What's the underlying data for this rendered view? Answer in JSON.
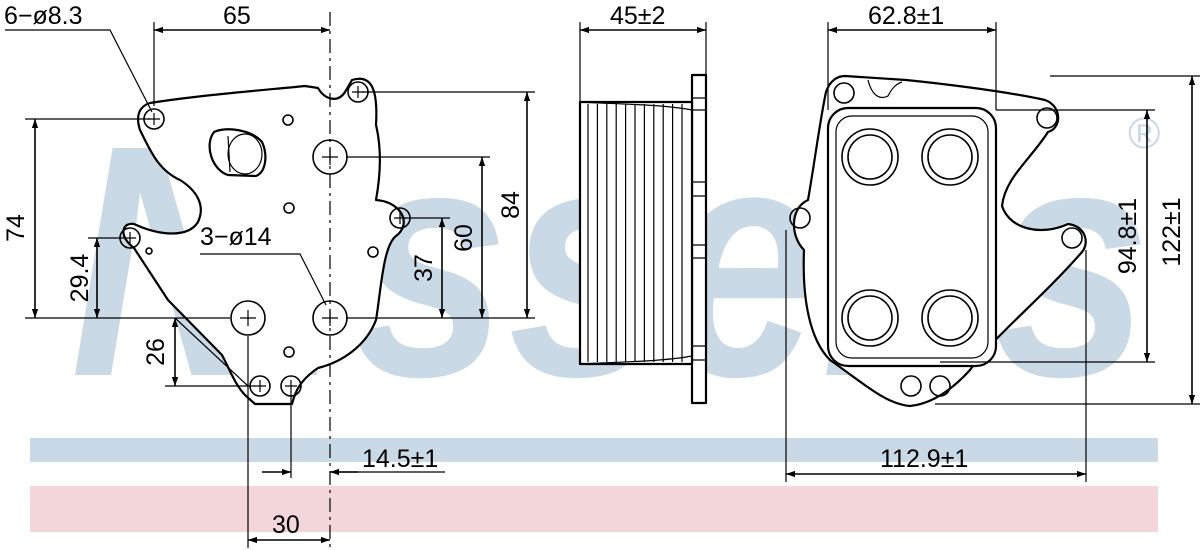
{
  "watermark": {
    "brand": "Nissens",
    "registered_mark": "®",
    "colors": {
      "watermark": "#c9d9e6",
      "blue_band": "#c9d9e6",
      "red_band": "#f3d6da",
      "line": "#000000"
    }
  },
  "front_view": {
    "holes_spec": "6−ø8.3",
    "ports_spec": "3−ø14",
    "dim_top_width": "65",
    "dim_left_height": "74",
    "dim_left_inner": "29.4",
    "dim_lower_left": "26",
    "dim_right_outer": "84",
    "dim_right_mid": "60",
    "dim_right_inner": "37",
    "dim_bottom_offset": "14.5±1",
    "dim_bottom_width": "30"
  },
  "side_view": {
    "dim_depth": "45±2"
  },
  "rear_view": {
    "dim_top_width": "62.8±1",
    "dim_inner_height": "94.8±1",
    "dim_outer_height": "122±1",
    "dim_bottom_width": "112.9±1"
  }
}
